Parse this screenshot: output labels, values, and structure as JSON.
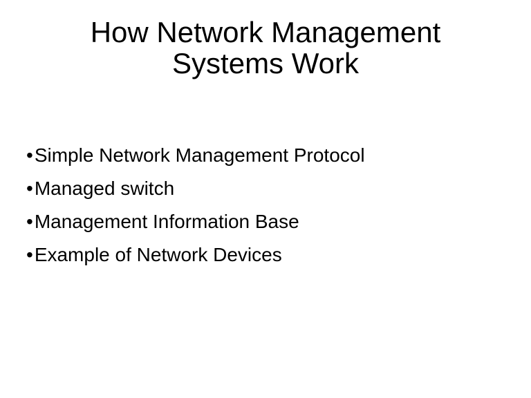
{
  "slide": {
    "title_line1": "How Network Management",
    "title_line2": "Systems Work",
    "bullet_char": "•",
    "bullets": [
      {
        "label": "Simple Network Management Protocol"
      },
      {
        "label": "Managed switch"
      },
      {
        "label": "Management Information Base"
      },
      {
        "label": "Example of Network Devices"
      }
    ],
    "colors": {
      "background": "#ffffff",
      "text": "#000000"
    }
  }
}
